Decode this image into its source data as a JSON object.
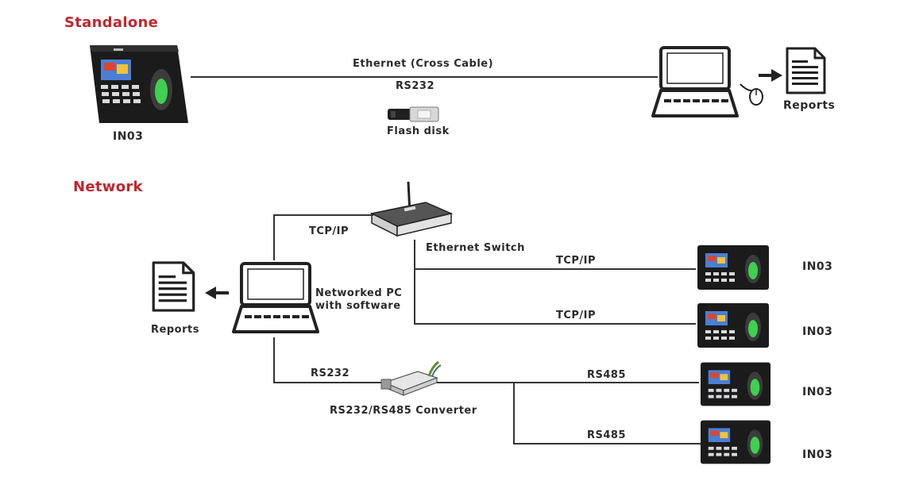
{
  "colors": {
    "title": "#c0272d",
    "wire": "#333333",
    "text": "#2a2a2a"
  },
  "standalone": {
    "title": "Standalone",
    "device_label": "IN03",
    "link_label_1": "Ethernet  (Cross Cable)",
    "link_label_2": "RS232",
    "flash_label": "Flash disk",
    "reports_label": "Reports"
  },
  "network": {
    "title": "Network",
    "pc_label_line1": "Networked PC",
    "pc_label_line2": "with software",
    "reports_label": "Reports",
    "tcpip_router": "TCP/IP",
    "switch_label": "Ethernet Switch",
    "tcpip_1": "TCP/IP",
    "tcpip_2": "TCP/IP",
    "rs232": "RS232",
    "converter_label": "RS232/RS485 Converter",
    "rs485_1": "RS485",
    "rs485_2": "RS485",
    "devices": [
      "IN03",
      "IN03",
      "IN03",
      "IN03"
    ]
  },
  "icons": {
    "terminal": "fingerprint-terminal-icon",
    "computer": "computer-icon",
    "mouse": "mouse-icon",
    "document": "report-document-icon",
    "arrow": "arrow-icon",
    "usb": "usb-flash-drive-icon",
    "router": "router-icon",
    "converter": "converter-icon"
  }
}
